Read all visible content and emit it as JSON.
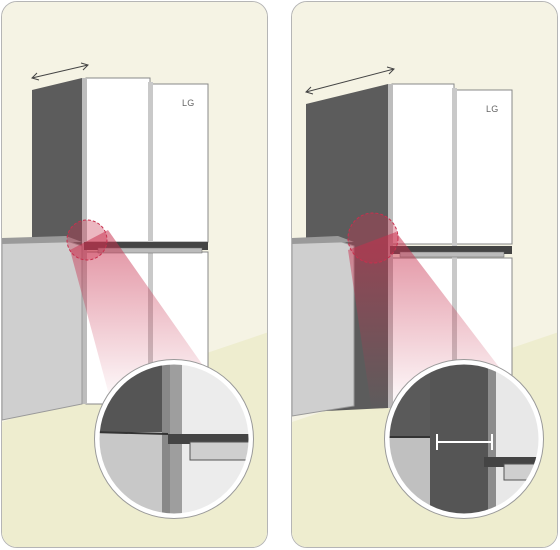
{
  "panels": [
    {
      "id": "left",
      "brand_text": "LG"
    },
    {
      "id": "right",
      "brand_text": "LG"
    }
  ],
  "colors": {
    "wall": "#f5f3e4",
    "floor": "#eeedcf",
    "fridge_side": "#5c5c5c",
    "fridge_door": "#ffffff",
    "cabinet": "#cfcfcf",
    "highlight": "#c8304e",
    "panel_border": "#b5b5b5"
  }
}
